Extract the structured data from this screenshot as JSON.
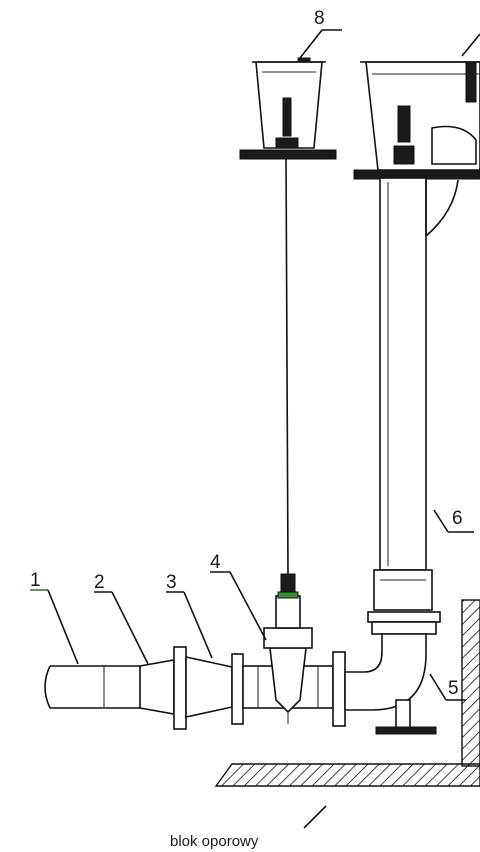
{
  "labels": {
    "l1": "1",
    "l2": "2",
    "l3": "3",
    "l4": "4",
    "l5": "5",
    "l6": "6",
    "l8": "8"
  },
  "caption": "blok oporowy",
  "colors": {
    "line": "#111111",
    "leader_1": "#2f6b2a",
    "valve_ring": "#3c8a33",
    "background": "#ffffff"
  }
}
